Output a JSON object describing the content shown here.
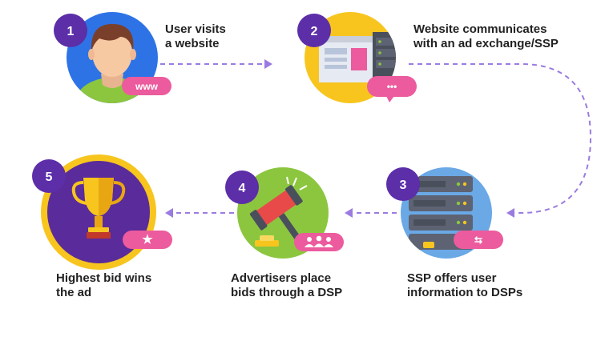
{
  "colors": {
    "badge": "#5c2ea8",
    "arrow": "#9b7be0",
    "pill": "#ec5b9e",
    "blue": "#2d73e6",
    "yellow": "#f7c51e",
    "lightblue": "#6aa8e6",
    "green": "#8cc63f",
    "purple": "#5a2b9a",
    "gold": "#f7c51e"
  },
  "steps": [
    {
      "number": "1",
      "label": "User visits\na website",
      "pill_text": "www",
      "icon": "user-icon"
    },
    {
      "number": "2",
      "label": "Website communicates\n with an ad exchange/SSP",
      "pill_text": "•••",
      "icon": "website-icon"
    },
    {
      "number": "3",
      "label": "SSP offers user\ninformation to DSPs",
      "pill_text": "⇆",
      "icon": "server-icon"
    },
    {
      "number": "4",
      "label": "Advertisers place\nbids through a DSP",
      "pill_text": "",
      "icon": "gavel-icon"
    },
    {
      "number": "5",
      "label": "Highest bid wins\nthe ad",
      "pill_text": "★",
      "icon": "trophy-icon"
    }
  ]
}
